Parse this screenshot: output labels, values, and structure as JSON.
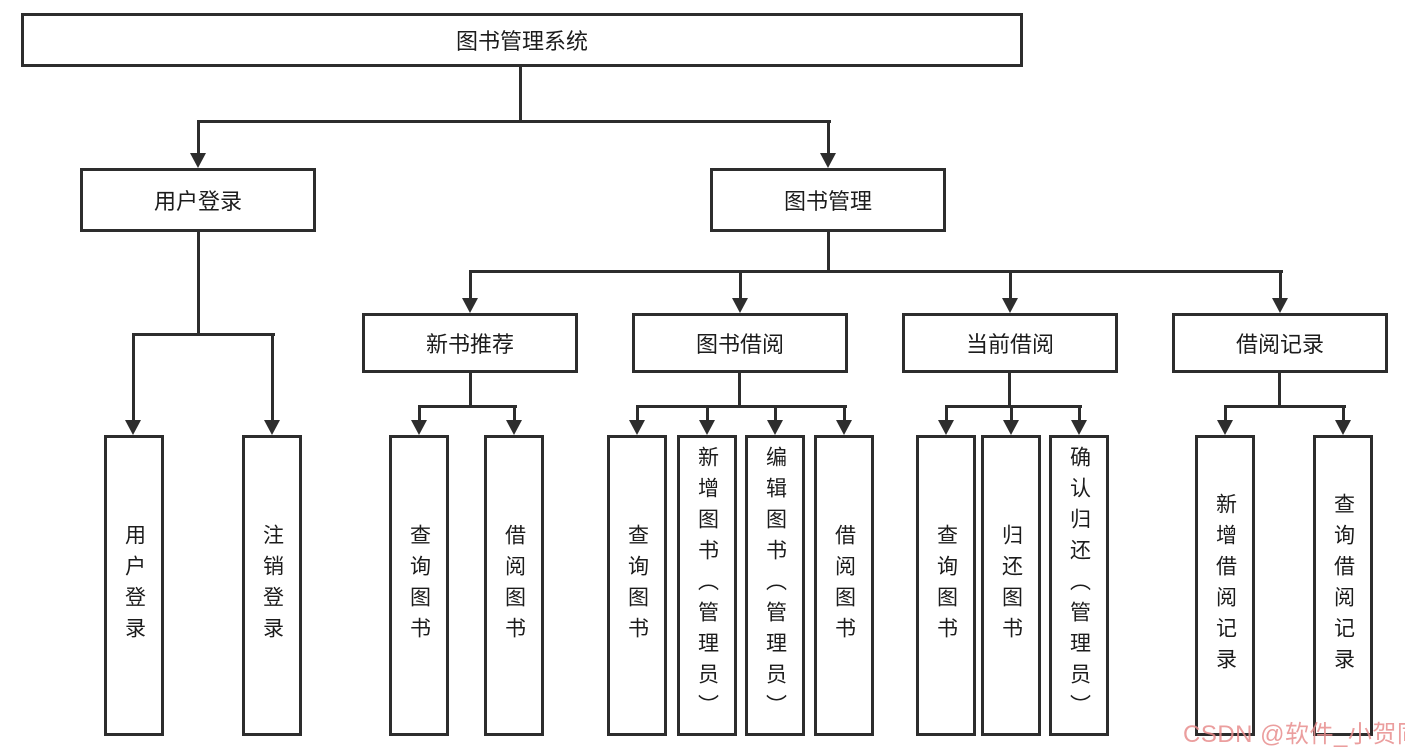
{
  "diagram": {
    "root": {
      "label": "图书管理系统"
    },
    "level2": [
      {
        "label": "用户登录"
      },
      {
        "label": "图书管理"
      }
    ],
    "level3": [
      {
        "label": "新书推荐"
      },
      {
        "label": "图书借阅"
      },
      {
        "label": "当前借阅"
      },
      {
        "label": "借阅记录"
      }
    ],
    "leaves": {
      "user_login": [
        "用户登录",
        "注销登录"
      ],
      "new_book_recommend": [
        "查询图书",
        "借阅图书"
      ],
      "book_borrowing": [
        "查询图书",
        "新增图书（管理员）",
        "编辑图书（管理员）",
        "借阅图书"
      ],
      "current_borrowing": [
        "查询图书",
        "归还图书",
        "确认归还（管理员）"
      ],
      "borrowing_records": [
        "新增借阅记录",
        "查询借阅记录"
      ]
    },
    "colors": {
      "line": "#2d2d2d",
      "box_border": "#2d2d2d",
      "text": "#1c1c1c",
      "background": "#ffffff",
      "watermark": "#e78d8d"
    }
  },
  "watermark": {
    "text": "CSDN @软件_小贺同学"
  }
}
